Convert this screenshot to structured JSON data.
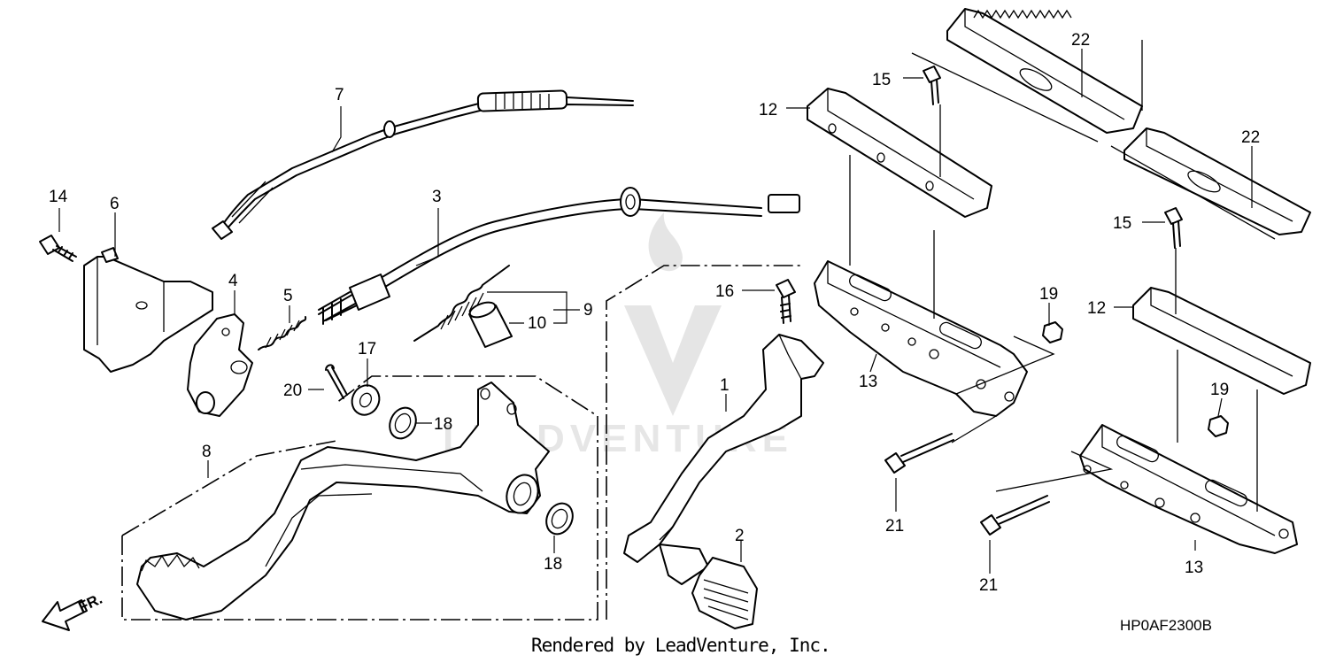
{
  "diagram": {
    "callouts": {
      "c1": "1",
      "c2": "2",
      "c3": "3",
      "c4": "4",
      "c5": "5",
      "c6": "6",
      "c7": "7",
      "c8": "8",
      "c9": "9",
      "c10": "10",
      "c12a": "12",
      "c12b": "12",
      "c13a": "13",
      "c13b": "13",
      "c14": "14",
      "c15a": "15",
      "c15b": "15",
      "c16": "16",
      "c17": "17",
      "c18a": "18",
      "c18b": "18",
      "c19a": "19",
      "c19b": "19",
      "c20": "20",
      "c21a": "21",
      "c21b": "21",
      "c22a": "22",
      "c22b": "22"
    },
    "front_marker": "FR.",
    "watermark": "LEADVENTURE",
    "diagram_code": "HP0AF2300B",
    "footer": "Rendered by LeadVenture, Inc."
  }
}
